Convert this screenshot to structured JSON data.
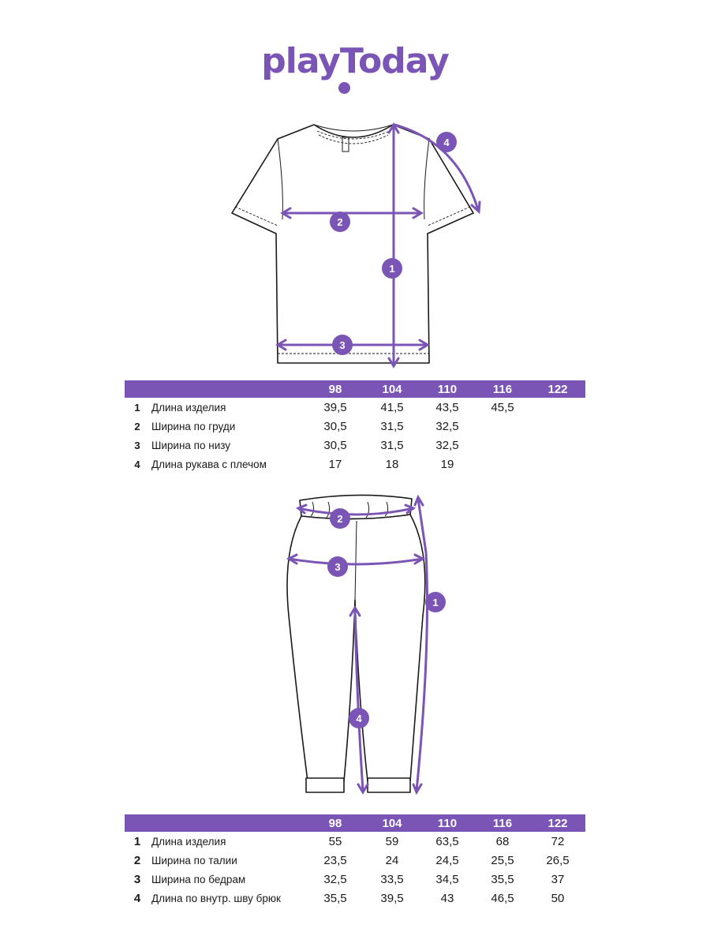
{
  "brand": {
    "logo_text": "playToday",
    "accent_color": "#7b55b5"
  },
  "tshirt_table": {
    "sizes": [
      "98",
      "104",
      "110",
      "116",
      "122"
    ],
    "rows": [
      {
        "num": "1",
        "name": "Длина изделия",
        "values": [
          "39,5",
          "41,5",
          "43,5",
          "45,5",
          ""
        ]
      },
      {
        "num": "2",
        "name": "Ширина по груди",
        "values": [
          "30,5",
          "31,5",
          "32,5",
          "",
          ""
        ]
      },
      {
        "num": "3",
        "name": "Ширина по низу",
        "values": [
          "30,5",
          "31,5",
          "32,5",
          "",
          ""
        ]
      },
      {
        "num": "4",
        "name": "Длина рукава с плечом",
        "values": [
          "17",
          "18",
          "19",
          "",
          ""
        ]
      }
    ]
  },
  "pants_table": {
    "sizes": [
      "98",
      "104",
      "110",
      "116",
      "122"
    ],
    "rows": [
      {
        "num": "1",
        "name": "Длина изделия",
        "values": [
          "55",
          "59",
          "63,5",
          "68",
          "72"
        ]
      },
      {
        "num": "2",
        "name": "Ширина по талии",
        "values": [
          "23,5",
          "24",
          "24,5",
          "25,5",
          "26,5"
        ]
      },
      {
        "num": "3",
        "name": "Ширина по бедрам",
        "values": [
          "32,5",
          "33,5",
          "34,5",
          "35,5",
          "37"
        ]
      },
      {
        "num": "4",
        "name": "Длина по внутр. шву брюк",
        "values": [
          "35,5",
          "39,5",
          "43",
          "46,5",
          "50"
        ]
      }
    ]
  },
  "tshirt_markers": [
    "1",
    "2",
    "3",
    "4"
  ],
  "pants_markers": [
    "1",
    "2",
    "3",
    "4"
  ]
}
